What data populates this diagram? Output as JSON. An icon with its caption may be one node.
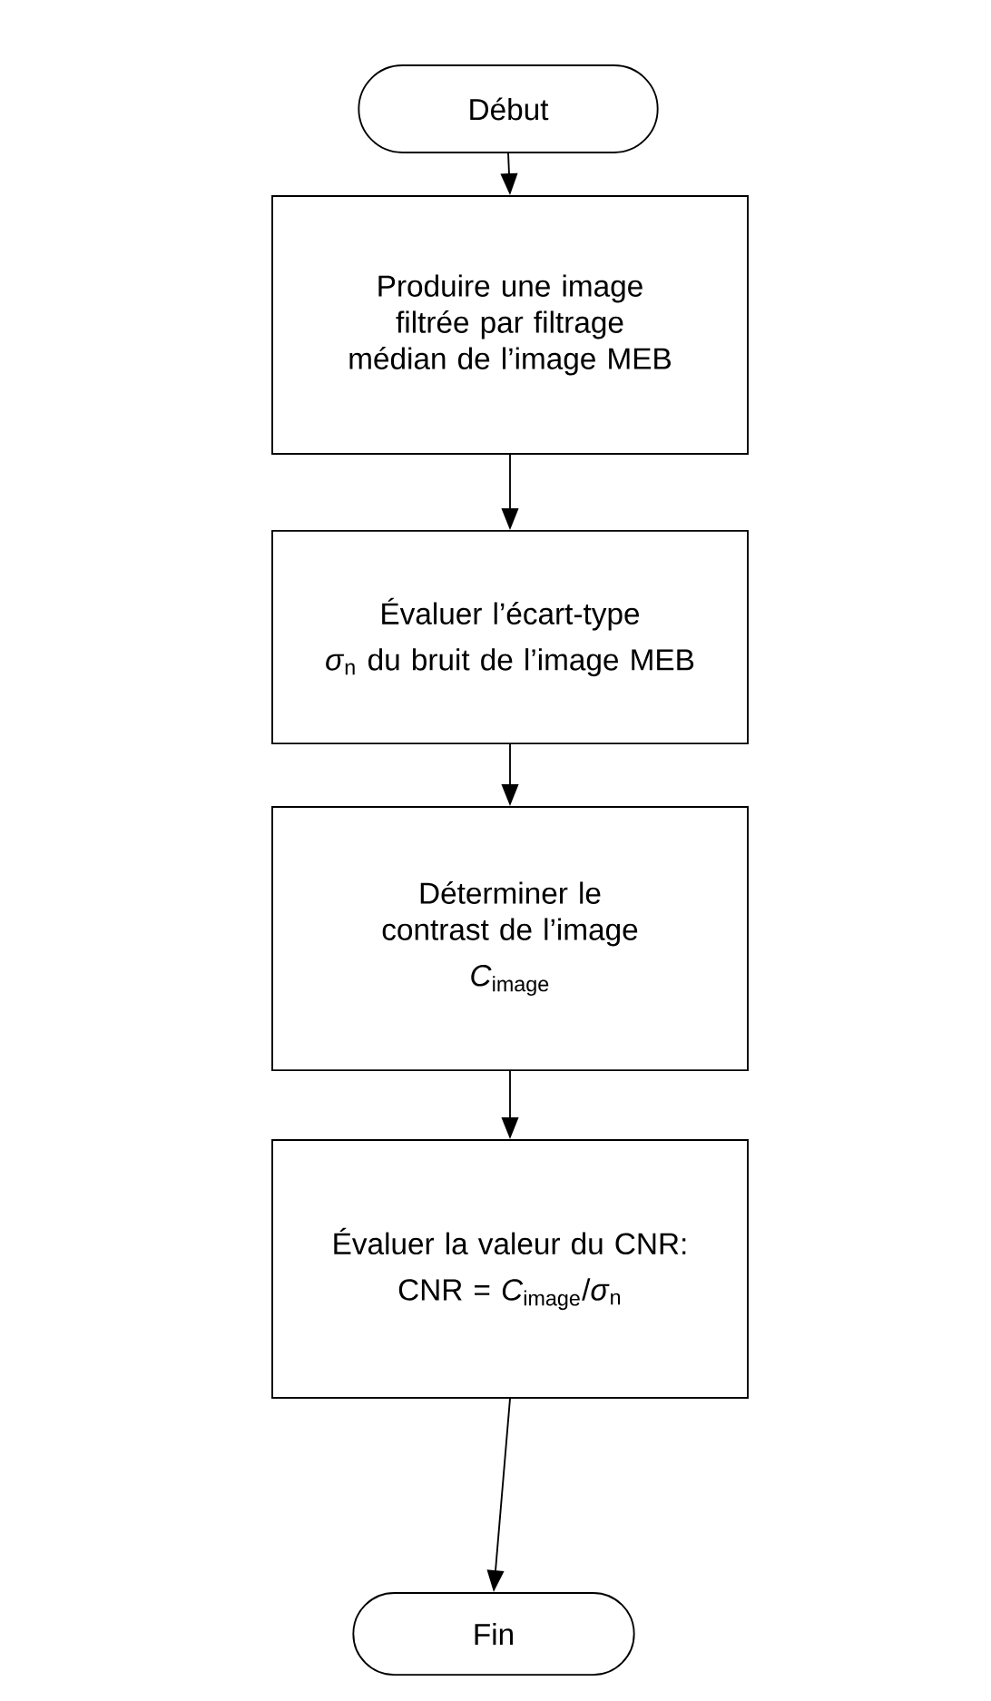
{
  "diagram": {
    "nodes": [
      {
        "text": [
          "Début"
        ]
      },
      {
        "text": [
          "Produire une image filtrée par filtrage médian de l’image MEB"
        ]
      },
      {
        "text": [
          "Évaluer l’écart-type",
          "*σ*$_{n}$ du bruit de l’image MEB"
        ]
      },
      {
        "text": [
          "Déterminer le contrast de l’image",
          "*C*$_{image}$"
        ]
      },
      {
        "text": [
          "Évaluer la valeur du CNR:",
          "CNR = *C*$_{image}$/*σ*$_{n}$"
        ]
      },
      {
        "text": [
          "Fin"
        ]
      }
    ],
    "edges": [
      {
        "from": 0,
        "to": 1,
        "arrow": "to"
      },
      {
        "from": 1,
        "to": 2,
        "arrow": "to"
      },
      {
        "from": 2,
        "to": 3,
        "arrow": "to"
      },
      {
        "from": 3,
        "to": 4,
        "arrow": "to"
      },
      {
        "from": 4,
        "to": 5,
        "arrow": "to"
      }
    ]
  }
}
